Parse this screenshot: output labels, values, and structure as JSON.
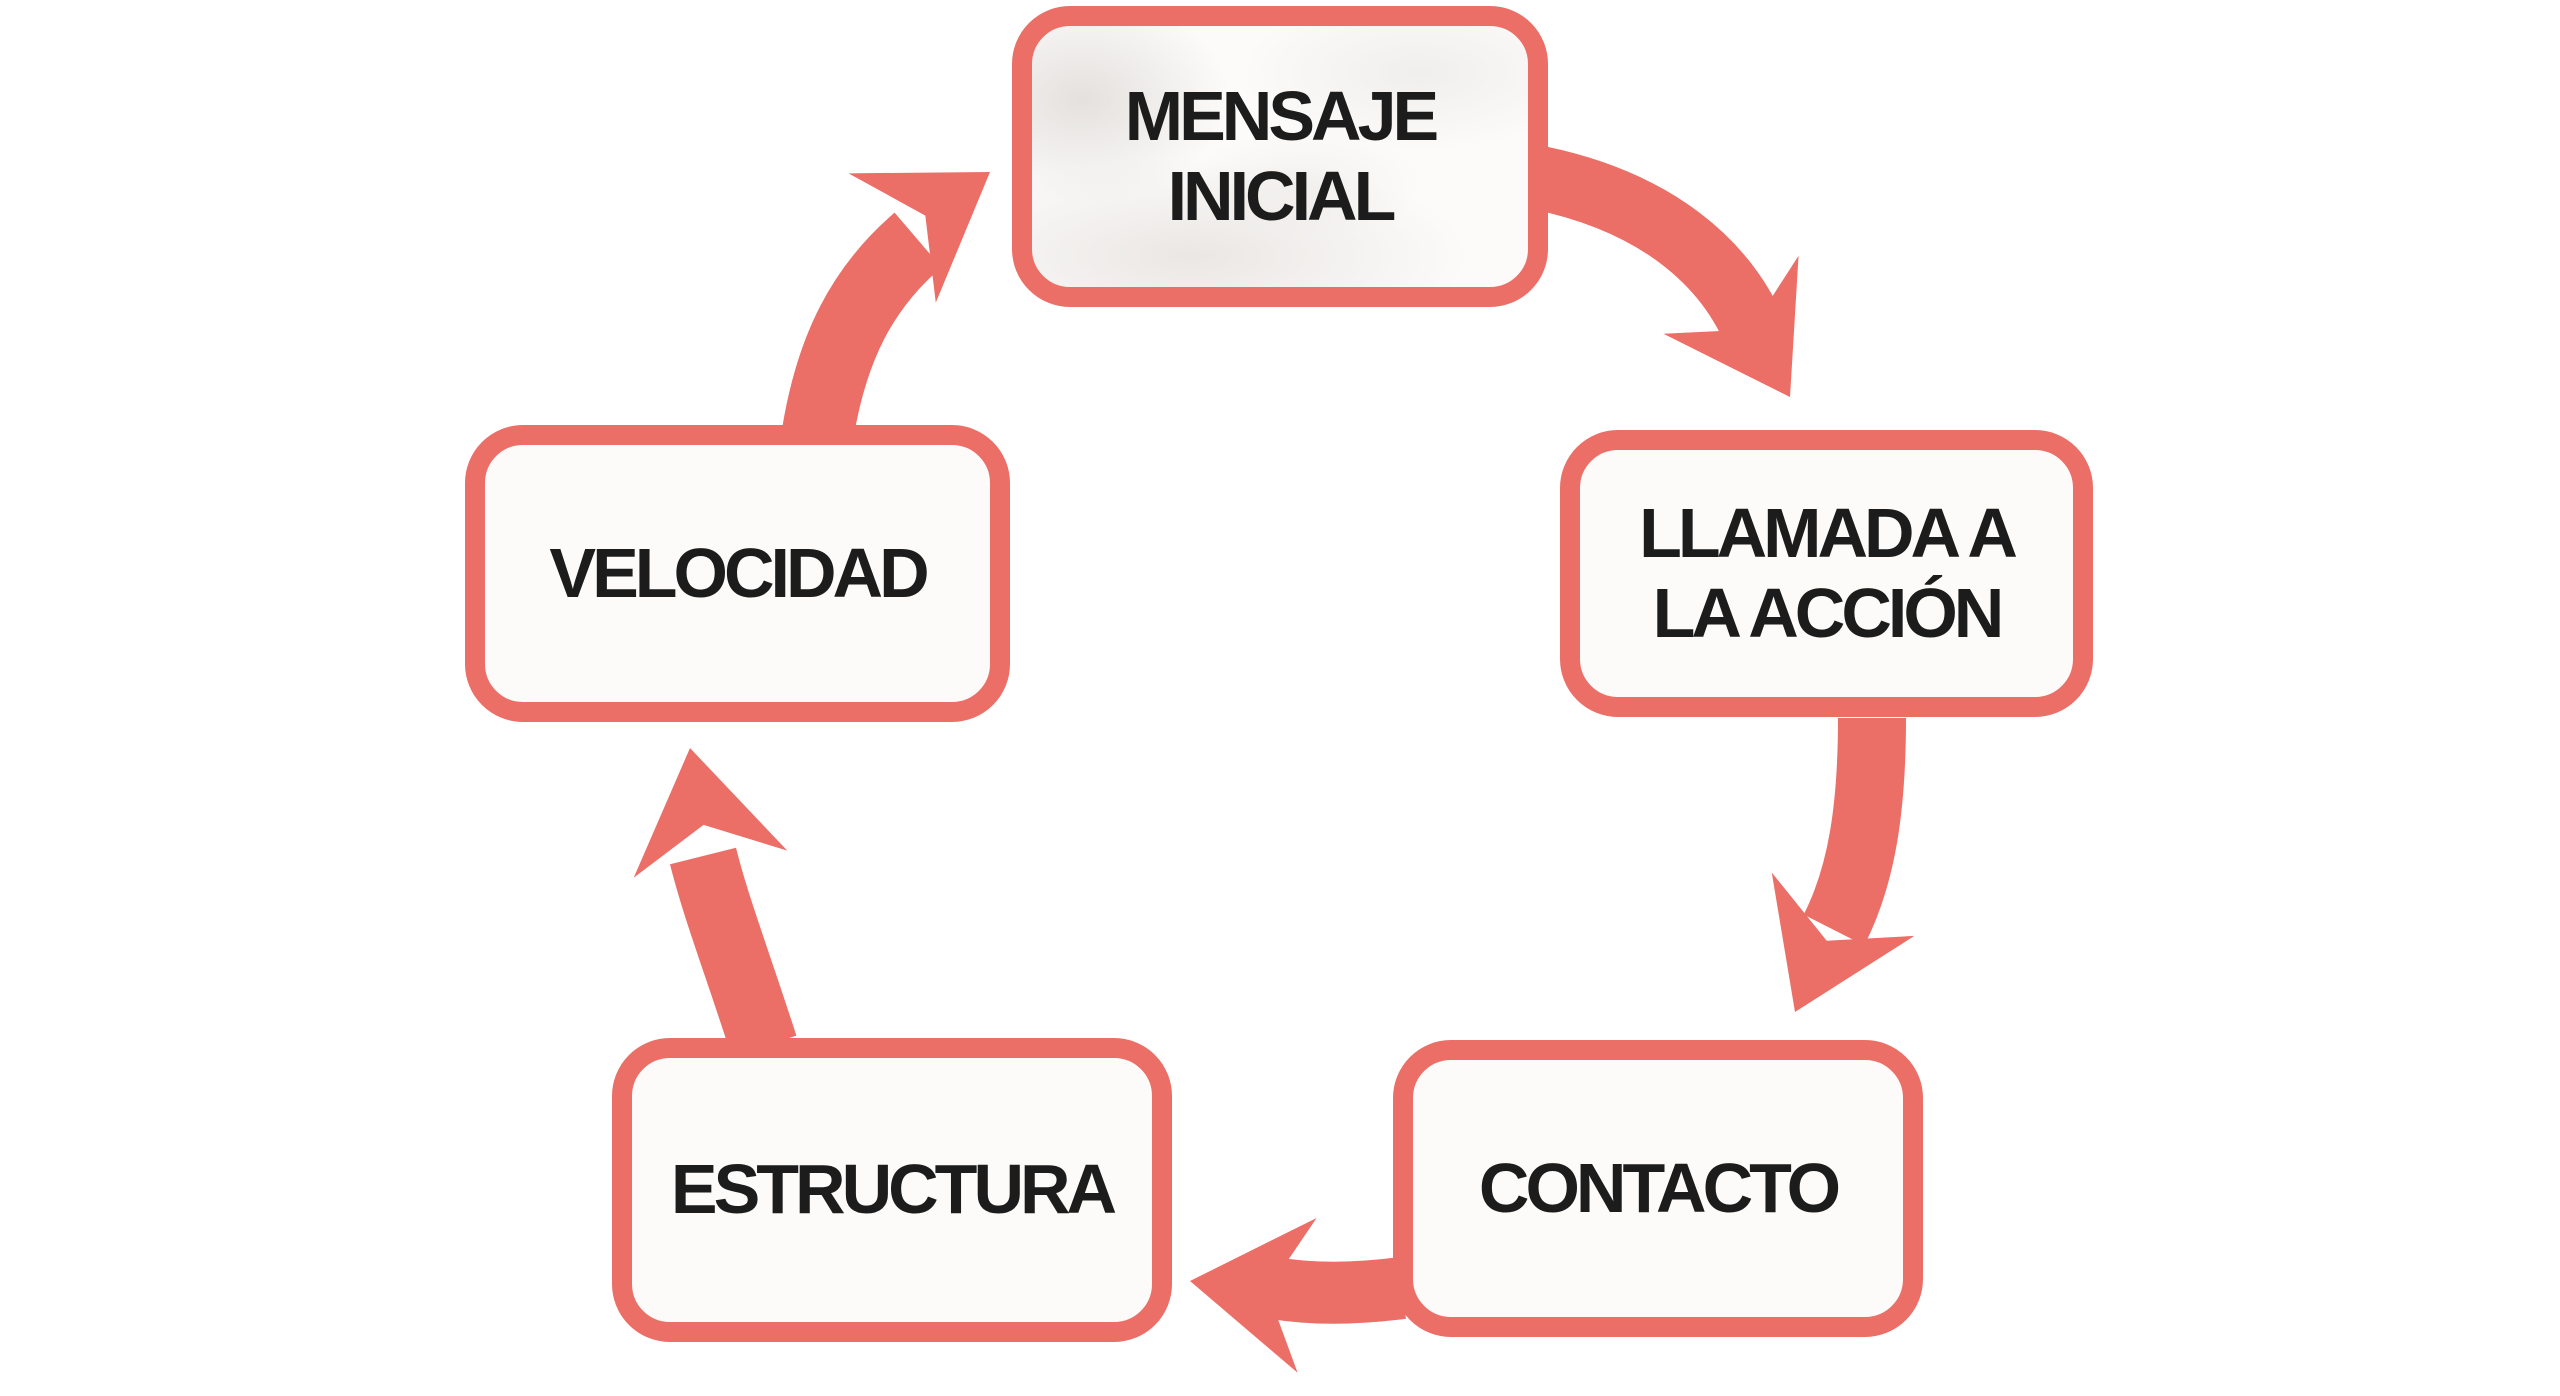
{
  "diagram": {
    "type": "cycle",
    "flow": "clockwise",
    "nodes": [
      {
        "id": "mensaje-inicial",
        "label": "MENSAJE\nINICIAL"
      },
      {
        "id": "llamada-a-la-accion",
        "label": "LLAMADA A\nLA ACCIÓN"
      },
      {
        "id": "contacto",
        "label": "CONTACTO"
      },
      {
        "id": "estructura",
        "label": "ESTRUCTURA"
      },
      {
        "id": "velocidad",
        "label": "VELOCIDAD"
      }
    ],
    "edges": [
      {
        "from": "mensaje-inicial",
        "to": "llamada-a-la-accion"
      },
      {
        "from": "llamada-a-la-accion",
        "to": "contacto"
      },
      {
        "from": "contacto",
        "to": "estructura"
      },
      {
        "from": "estructura",
        "to": "velocidad"
      },
      {
        "from": "velocidad",
        "to": "mensaje-inicial"
      }
    ],
    "colors": {
      "accent": "#EB6E67",
      "box_fill": "#FCFBFA",
      "text": "#1C1C1C",
      "background": "#FFFFFF"
    }
  }
}
